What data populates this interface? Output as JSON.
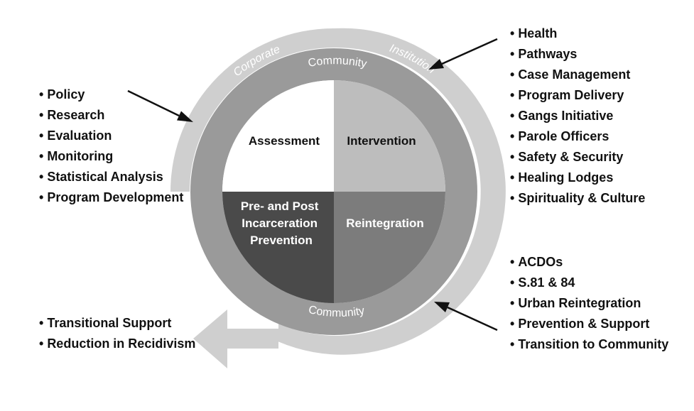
{
  "outer_ring": {
    "label_left": "Corporate",
    "label_right": "Institution"
  },
  "middle_ring": {
    "label_top": "Community",
    "label_bottom": "Community"
  },
  "quadrants": {
    "top_left": "Assessment",
    "top_right": "Intervention",
    "bottom_left": [
      "Pre- and Post",
      "Incarceration",
      "Prevention"
    ],
    "bottom_right": "Reintegration"
  },
  "lists": {
    "left": [
      "Policy",
      "Research",
      "Evaluation",
      "Monitoring",
      "Statistical Analysis",
      "Program Development"
    ],
    "right_top": [
      "Health",
      "Pathways",
      "Case Management",
      "Program Delivery",
      "Gangs Initiative",
      "Parole Officers",
      "Safety & Security",
      "Healing Lodges",
      "Spirituality & Culture"
    ],
    "right_bottom": [
      "ACDOs",
      "S.81 & 84",
      "Urban Reintegration",
      "Prevention & Support",
      "Transition to Community"
    ],
    "bottom_left": [
      "Transitional Support",
      "Reduction in Recidivism"
    ]
  },
  "colors": {
    "outer_band": "#cfcfcf",
    "middle_ring": "#9a9a9a",
    "quad_assessment": "#ffffff",
    "quad_intervention": "#bdbdbd",
    "quad_prevention": "#4a4a4a",
    "quad_reintegration": "#7c7c7c",
    "arrows": "#111111"
  }
}
